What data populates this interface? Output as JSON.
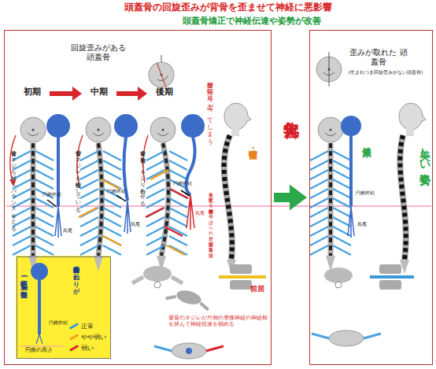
{
  "diagram": {
    "title": "頭蓋骨の回旋歪みが背骨を歪ませて神経に悪影響",
    "nodes": [
      {
        "text": [
          "回旋歪みがある 頭蓋骨"
        ]
      },
      {
        "text": [
          "初期"
        ],
        "in": 0
      },
      {
        "text": [
          "中期"
        ],
        "in": 0
      },
      {
        "text": [
          "後期"
        ],
        "in": 0
      },
      {
        "text": [
          "中枢(脳と脊髄)",
          "円錐終結",
          "円錐の高さ",
          "脊髄神経の伝わりが"
        ],
        "in": 0
      },
      {
        "text": [
          "歪みが取れた 頭蓋骨",
          "(生まれつき回旋歪みがない頭蓋骨)"
        ]
      }
    ],
    "edges": [
      {
        "from": 1,
        "to": 2,
        "arrow": "to"
      },
      {
        "from": 2,
        "to": 3,
        "arrow": "to"
      },
      {
        "from": 0,
        "to": 5,
        "arrow": "to",
        "label": "無害化"
      }
    ],
    "labels": [
      "頭蓋骨矯正で神経伝達や姿勢が改善",
      "背骨をネジらせてバランスをとる",
      "背骨のネジレを進行中にしている",
      "背骨を刺激してネジり合わせる",
      "脊髄が頭方に吊り上がってしまう",
      "猫背・前傾",
      "足方を支配する脊髄神経が吊り上げられ足や下腹部に異常を発症",
      "円錐終結",
      "馬尾",
      "円錐終結",
      "馬尾",
      "円錐終結",
      "馬尾",
      "健康",
      "美しい姿勢",
      "円錐終結",
      "馬尾",
      "前屈",
      "背骨のネジレが片側の脊髄神経の神経根を挟んで神経伝達を弱める"
    ],
    "legend": [
      {
        "text": "正常",
        "color": "#3a9ad9"
      },
      {
        "text": "やや弱い",
        "color": "#f0a020"
      },
      {
        "text": "弱い",
        "color": "#d9262c"
      }
    ]
  }
}
